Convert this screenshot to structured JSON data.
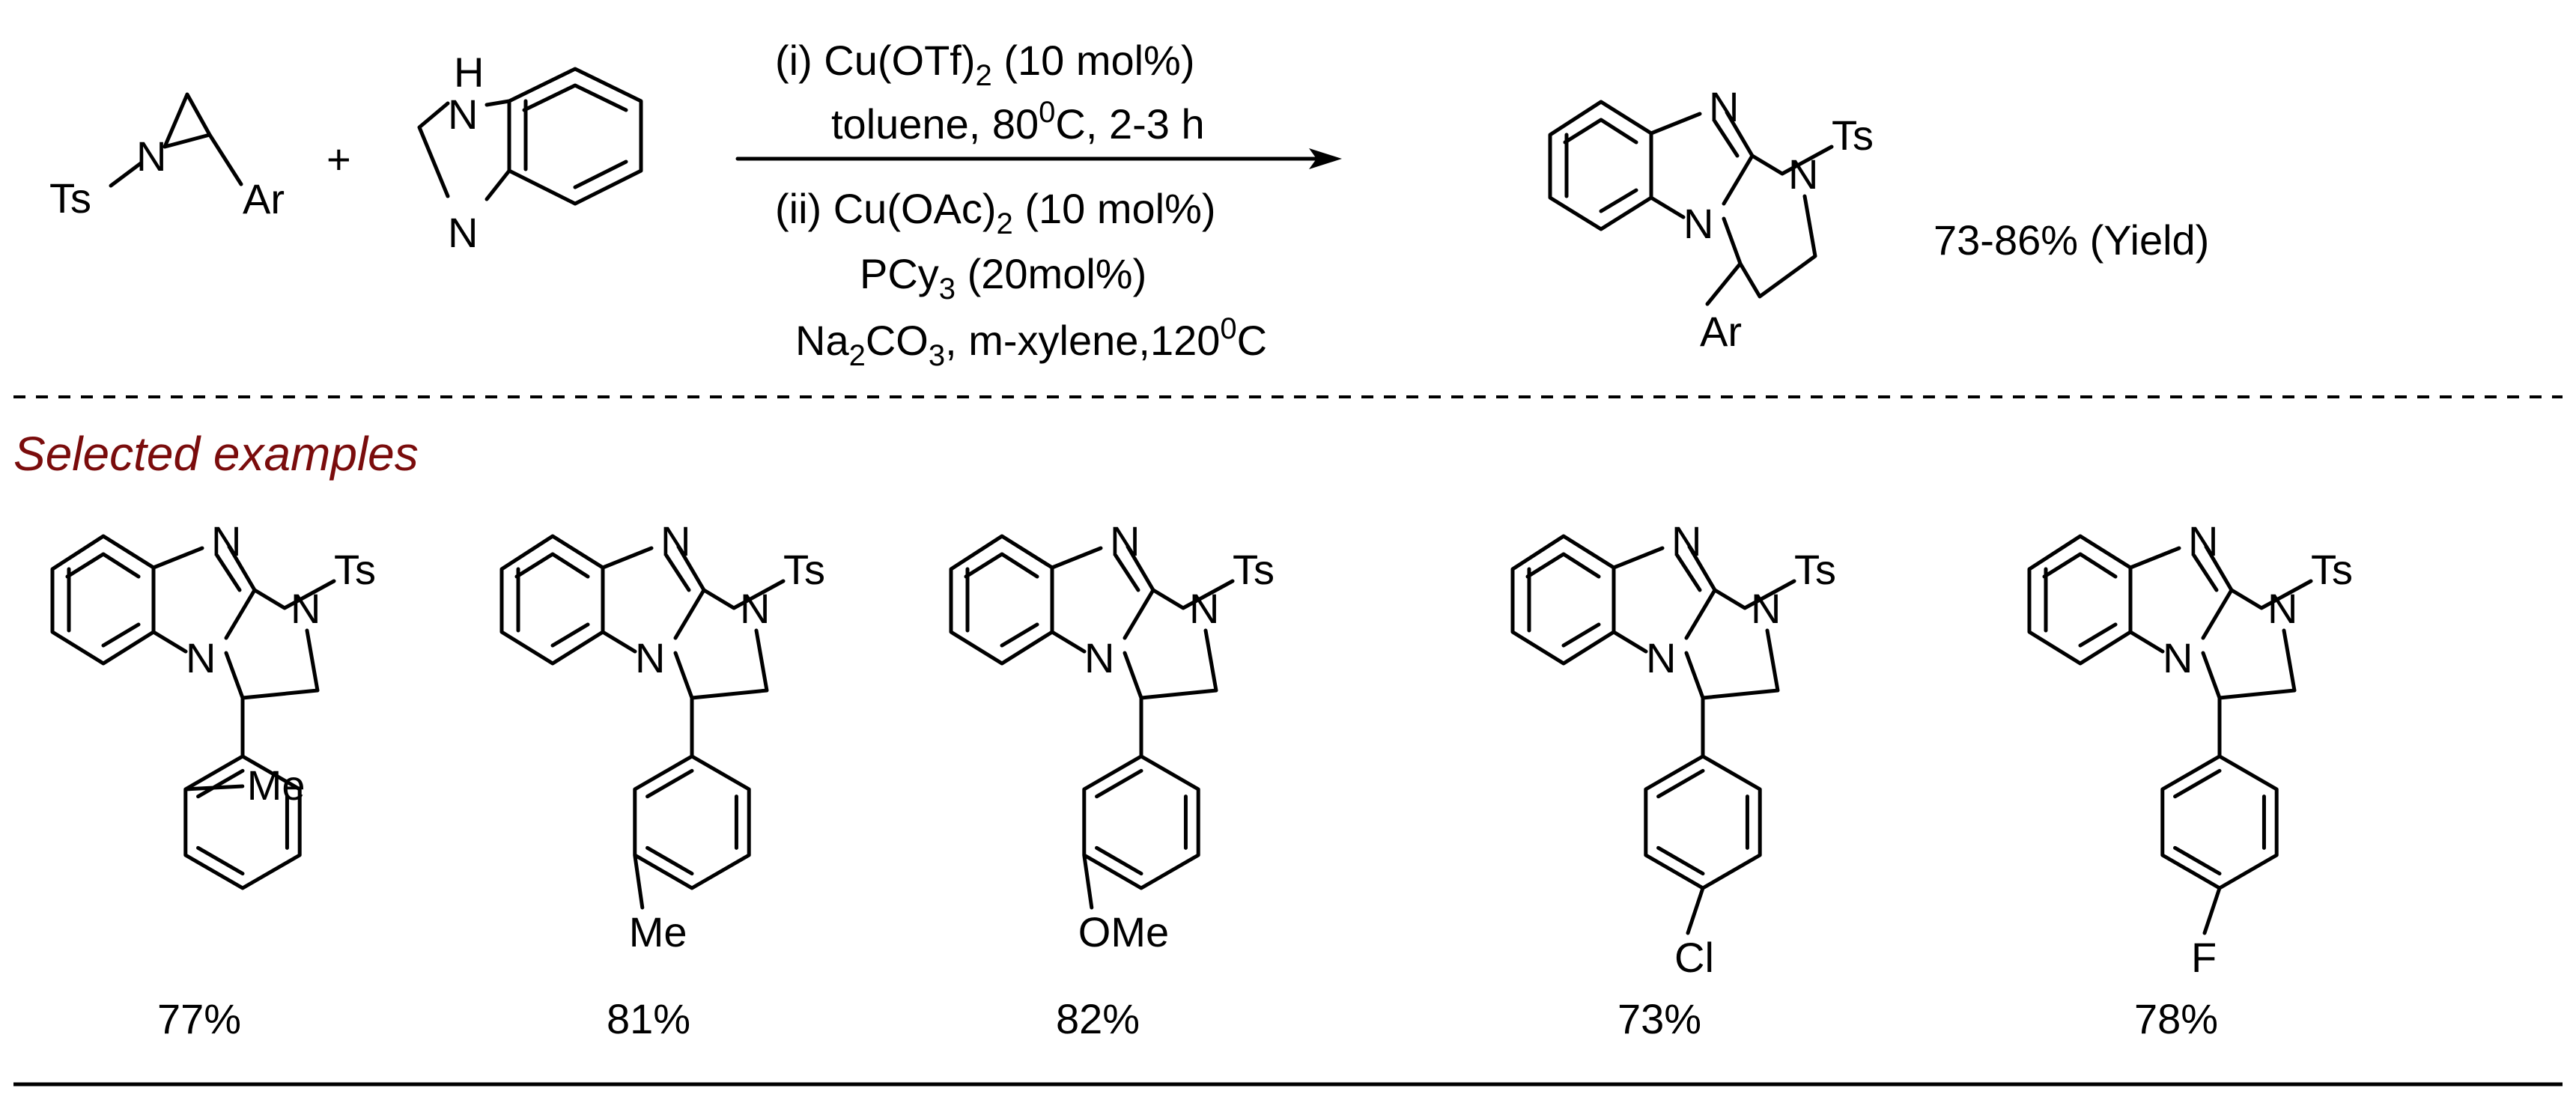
{
  "scheme": {
    "reactant1": {
      "ts": "Ts",
      "n": "N",
      "ar": "Ar"
    },
    "plus": "+",
    "reactant2": {
      "nh": "H",
      "n_top": "N",
      "n_bottom": "N"
    },
    "conditions_above": [
      {
        "main": "(i) Cu(OTf)",
        "sub": "2",
        "rest": " (10 mol%)"
      },
      {
        "main": "toluene, 80",
        "sup": "0",
        "rest": "C, 2-3 h"
      }
    ],
    "conditions_below": [
      {
        "main": "(ii) Cu(OAc)",
        "sub": "2",
        "rest": " (10 mol%)"
      },
      {
        "main": "PCy",
        "sub": "3",
        "rest": " (20mol%)"
      },
      {
        "main": "Na",
        "sub": "2",
        "mid": "CO",
        "sub2": "3",
        "mid2": ", m-xylene,120",
        "sup": "0",
        "rest": "C"
      }
    ],
    "product": {
      "n_top": "N",
      "n_right": "N",
      "ts": "Ts",
      "n_bridge": "N",
      "ar": "Ar"
    },
    "overall_yield": "73-86% (Yield)"
  },
  "section_title": "Selected examples",
  "section_title_color": "#7a0c0c",
  "examples": [
    {
      "substituent": "Me",
      "yield": "77%"
    },
    {
      "substituent": "Me",
      "yield": "81%"
    },
    {
      "substituent": "OMe",
      "yield": "82%"
    },
    {
      "substituent": "Cl",
      "yield": "73%"
    },
    {
      "substituent": "F",
      "yield": "78%"
    }
  ],
  "labels": {
    "n": "N",
    "ts": "Ts"
  }
}
